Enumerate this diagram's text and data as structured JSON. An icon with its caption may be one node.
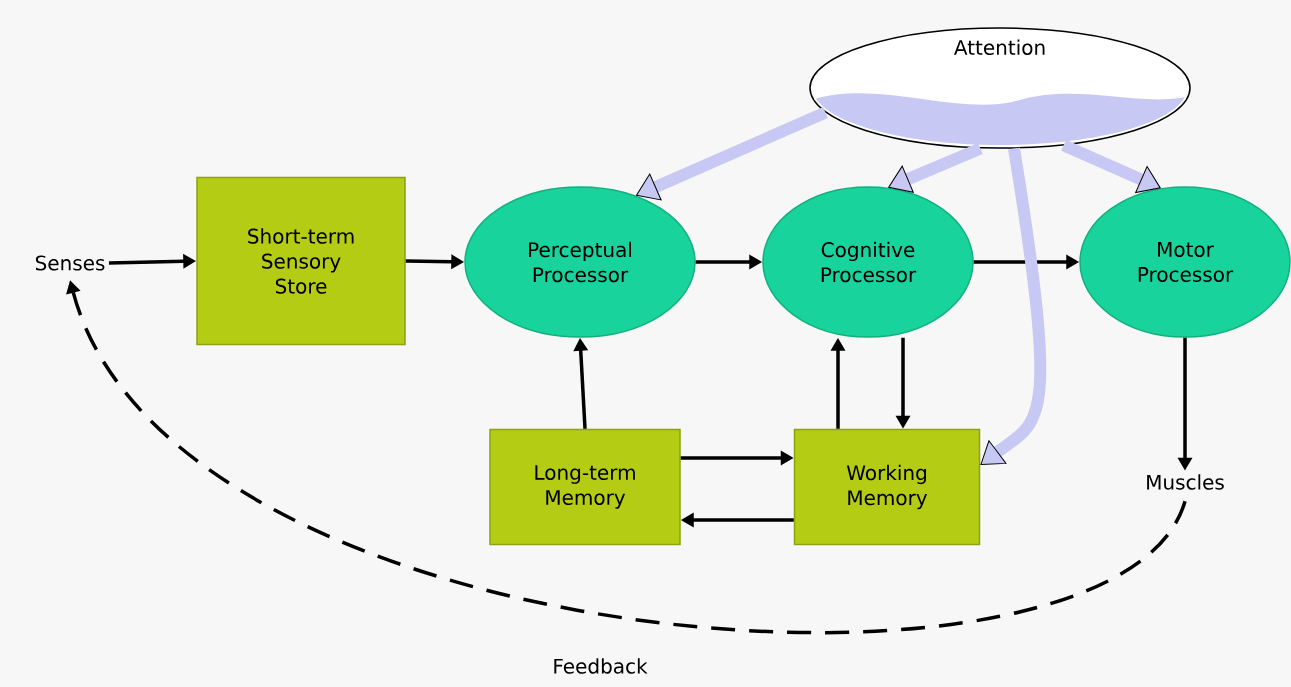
{
  "diagram": {
    "nodes": [
      {
        "text": [
          "Senses"
        ]
      },
      {
        "text": [
          "Short-term Sensory Store"
        ]
      },
      {
        "text": [
          "Perceptual Processor"
        ]
      },
      {
        "text": [
          "Cognitive Processor"
        ]
      },
      {
        "text": [
          "Motor Processor"
        ]
      },
      {
        "text": [
          "Attention"
        ]
      },
      {
        "text": [
          "Long-term Memory"
        ]
      },
      {
        "text": [
          "Working Memory"
        ]
      },
      {
        "text": [
          "Muscles"
        ]
      }
    ],
    "edges": [
      {
        "from": 0,
        "to": 1,
        "arrow": "to"
      },
      {
        "from": 1,
        "to": 2,
        "arrow": "to"
      },
      {
        "from": 2,
        "to": 3,
        "arrow": "to"
      },
      {
        "from": 3,
        "to": 4,
        "arrow": "to"
      },
      {
        "from": 6,
        "to": 2,
        "arrow": "to"
      },
      {
        "from": 6,
        "to": 7,
        "arrow": "to"
      },
      {
        "from": 7,
        "to": 6,
        "arrow": "to"
      },
      {
        "from": 7,
        "to": 3,
        "arrow": "to"
      },
      {
        "from": 3,
        "to": 7,
        "arrow": "to"
      },
      {
        "from": 4,
        "to": 8,
        "arrow": "to"
      },
      {
        "from": 8,
        "to": 0,
        "arrow": "to",
        "label": "Feedback",
        "style": "dashed"
      },
      {
        "from": 5,
        "to": 2,
        "arrow": "to",
        "style": "thick",
        "color": "#c8c8f4"
      },
      {
        "from": 5,
        "to": 3,
        "arrow": "to",
        "style": "thick",
        "color": "#c8c8f4"
      },
      {
        "from": 5,
        "to": 7,
        "arrow": "to",
        "style": "thick",
        "color": "#c8c8f4"
      },
      {
        "from": 5,
        "to": 4,
        "arrow": "to",
        "style": "thick",
        "color": "#c8c8f4"
      }
    ]
  }
}
